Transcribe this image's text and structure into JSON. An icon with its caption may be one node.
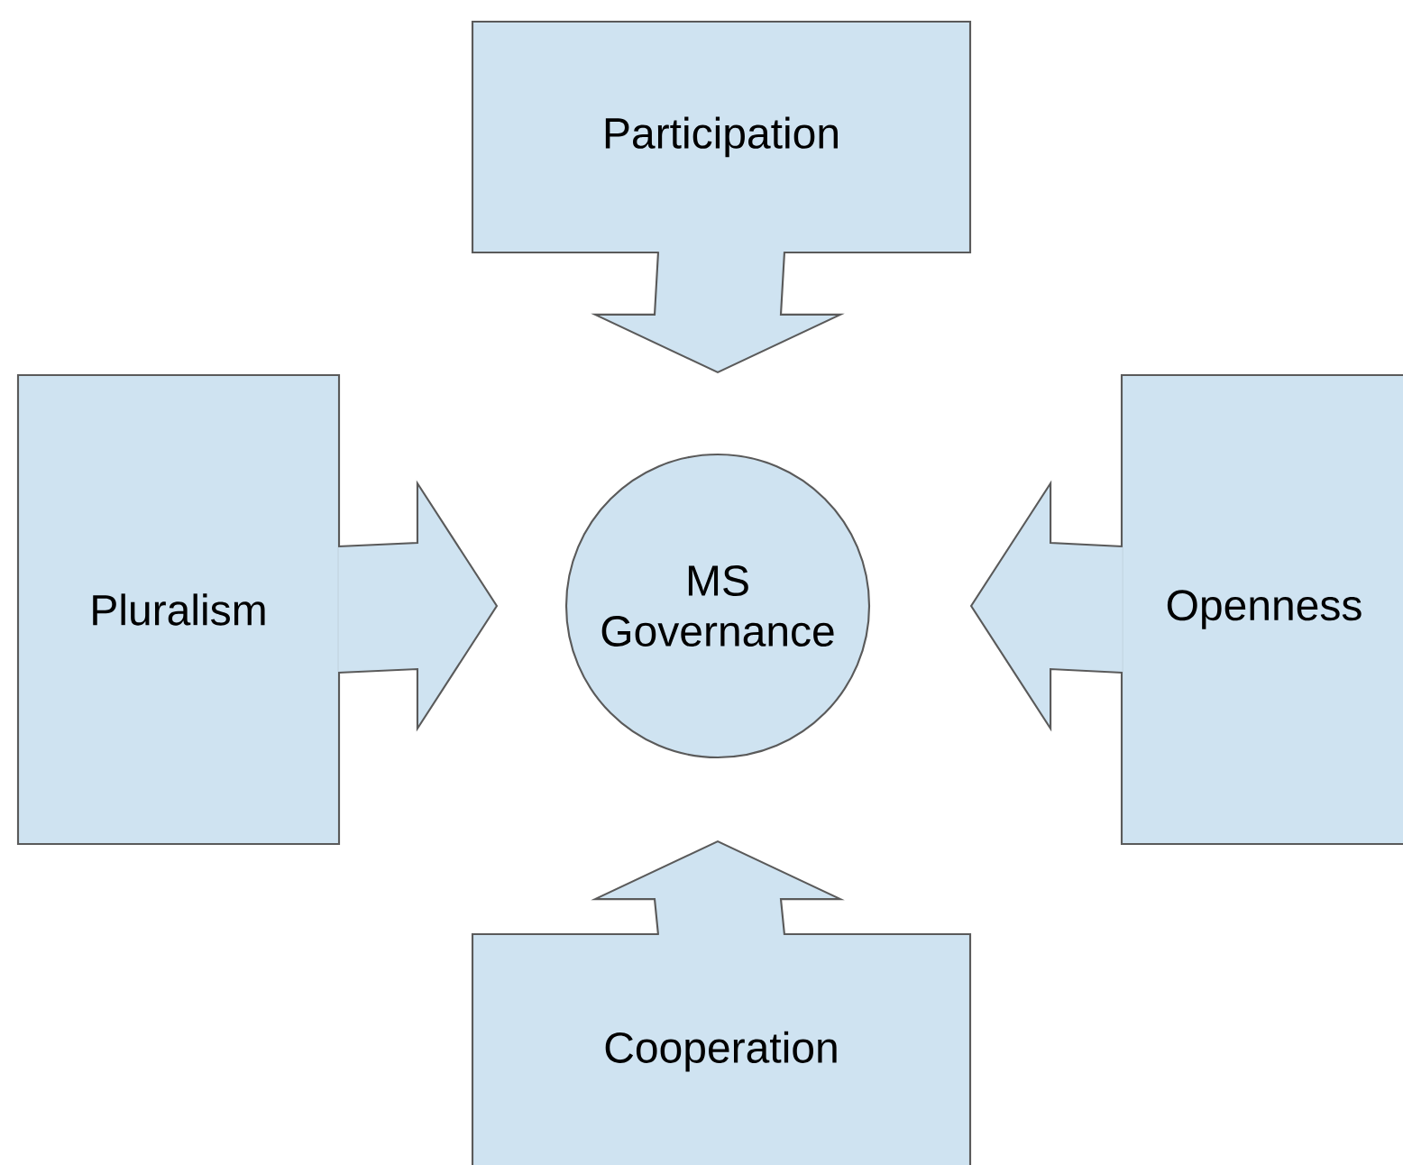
{
  "diagram": {
    "nodes": [
      {
        "text": [
          "Participation"
        ]
      },
      {
        "text": [
          "Pluralism"
        ]
      },
      {
        "text": [
          "MS Governance"
        ]
      },
      {
        "text": [
          "Openness"
        ]
      },
      {
        "text": [
          "Cooperation"
        ]
      }
    ],
    "edges": [
      {
        "from": 0,
        "to": 2,
        "arrow": "to"
      },
      {
        "from": 1,
        "to": 2,
        "arrow": "to"
      },
      {
        "from": 3,
        "to": 2,
        "arrow": "to"
      },
      {
        "from": 4,
        "to": 2,
        "arrow": "to"
      }
    ]
  }
}
